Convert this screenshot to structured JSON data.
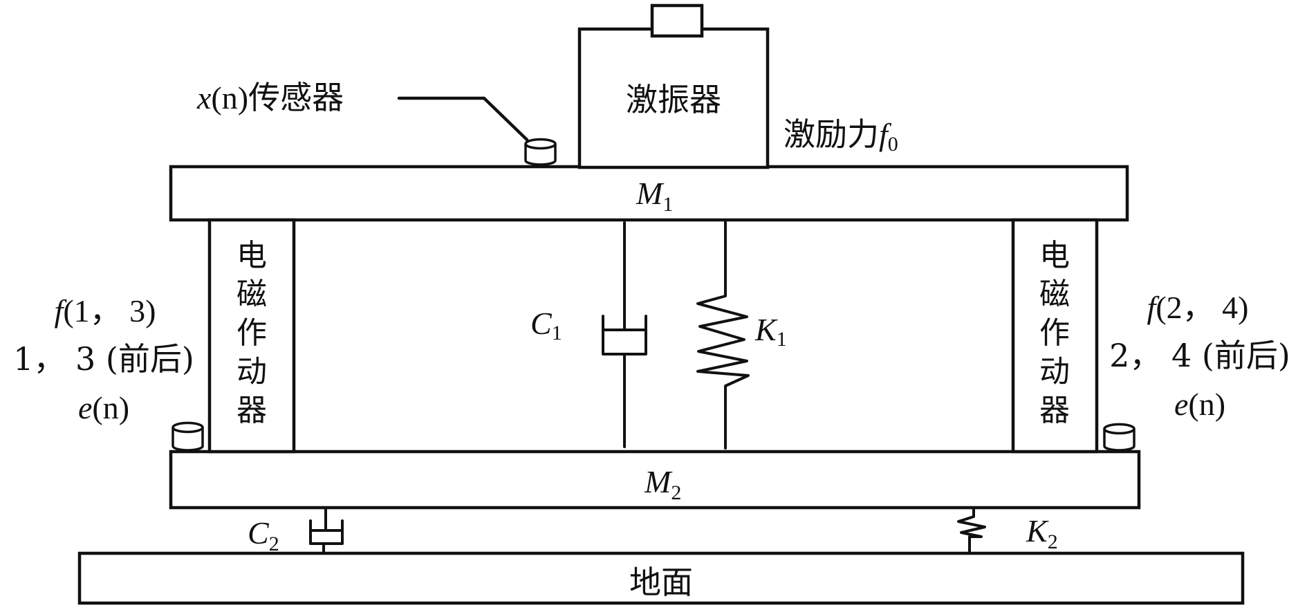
{
  "figure": {
    "title": "Active vibration isolation system schematic",
    "exciter": {
      "label": "激振器"
    },
    "excitation_force": {
      "label": "激励力",
      "symbol": "f",
      "subscript": "0"
    },
    "reference_sensor": {
      "label_prefix": "x",
      "label_arg": "(n)",
      "label_suffix": "传感器"
    },
    "upper_mass": {
      "symbol": "M",
      "subscript": "1"
    },
    "lower_mass": {
      "symbol": "M",
      "subscript": "2"
    },
    "ground": {
      "label": "地面"
    },
    "actuator_left": {
      "chars": [
        "电",
        "磁",
        "作",
        "动",
        "器"
      ]
    },
    "actuator_right": {
      "chars": [
        "电",
        "磁",
        "作",
        "动",
        "器"
      ]
    },
    "damper_upper": {
      "symbol": "C",
      "subscript": "1"
    },
    "spring_upper": {
      "symbol": "K",
      "subscript": "1"
    },
    "damper_lower": {
      "symbol": "C",
      "subscript": "2"
    },
    "spring_lower": {
      "symbol": "K",
      "subscript": "2"
    },
    "left_group": {
      "force_symbol": "f",
      "force_args": "(1， 3)",
      "positions": "1， 3 (前后)",
      "error_symbol": "e",
      "error_arg": "(n)"
    },
    "right_group": {
      "force_symbol": "f",
      "force_args": "(2， 4)",
      "positions": "2， 4 (前后)",
      "error_symbol": "e",
      "error_arg": "(n)"
    }
  }
}
